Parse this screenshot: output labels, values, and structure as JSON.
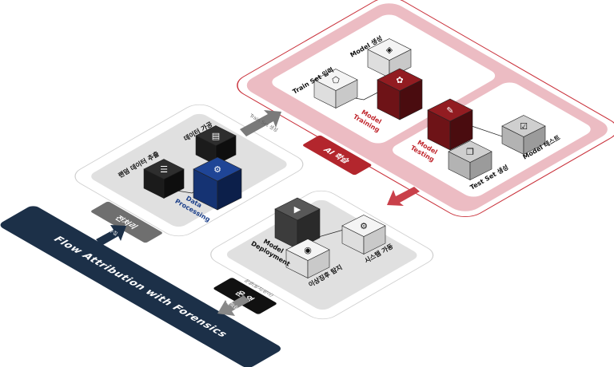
{
  "band": {
    "title": "Flow Attribution with Forensics",
    "collect_label": "수집",
    "retrain_label": "재학습"
  },
  "preprocess": {
    "tag": "전처리",
    "arrow_label": "Train Set 생성",
    "core_label": [
      "Data",
      "Processing"
    ],
    "nodes": [
      {
        "id": "random-extract",
        "label": "랜덤 데이터 추출",
        "icon": "database-icon",
        "theme": "black"
      },
      {
        "id": "data-process",
        "label": "데이터 가공",
        "icon": "document-stack-icon",
        "theme": "black"
      },
      {
        "id": "data-processing-core",
        "label": "",
        "icon": "gears-icon",
        "theme": "blue"
      }
    ]
  },
  "ai_training": {
    "tag": "AI 학습",
    "training_label": [
      "Model",
      "Training"
    ],
    "testing_label": [
      "Model",
      "Testing"
    ],
    "nodes": [
      {
        "id": "train-set-input",
        "label": "Train Set 입력",
        "icon": "dodecahedron-icon",
        "theme": "white"
      },
      {
        "id": "model-create",
        "label": "Model 생성",
        "icon": "cube-icon",
        "theme": "white"
      },
      {
        "id": "model-training-core",
        "label": "",
        "icon": "network-icon",
        "theme": "red"
      },
      {
        "id": "model-testing-core",
        "label": "",
        "icon": "edit-icon",
        "theme": "red"
      },
      {
        "id": "test-set-create",
        "label": "Test Set 생성",
        "icon": "copy-icon",
        "theme": "gray"
      },
      {
        "id": "model-test",
        "label": "Model 테스트",
        "icon": "checkbox-icon",
        "theme": "gray"
      }
    ]
  },
  "operation": {
    "tag": "운 영",
    "subtitle": "운영(탐지/방어)",
    "core_label": [
      "Model",
      "Deployment"
    ],
    "nodes": [
      {
        "id": "model-deployment-core",
        "label": "",
        "icon": "play-icon",
        "theme": "dark"
      },
      {
        "id": "anomaly-detect",
        "label": "이상징후 탐지",
        "icon": "eye-icon",
        "theme": "white"
      },
      {
        "id": "system-run",
        "label": "시스템 가동",
        "icon": "gear-icon",
        "theme": "white"
      }
    ]
  },
  "colors": {
    "navy": "#1c3048",
    "red": "#b3262d",
    "pink": "#ecbcc3",
    "blue": "#1b3f8a",
    "gray_tag": "#6f6f6f",
    "panel_gray": "#e0e0e0"
  }
}
